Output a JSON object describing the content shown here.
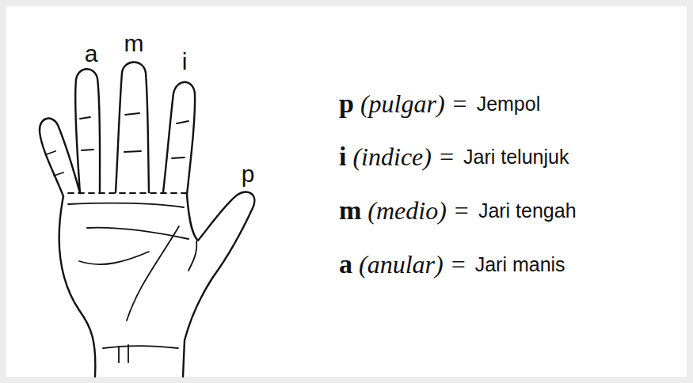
{
  "diagram": {
    "labels": [
      "a",
      "m",
      "i",
      "p",
      "p",
      "(pulgar)",
      "=",
      "Jempol",
      "i",
      "(indice)",
      "=",
      "Jari telunjuk",
      "m",
      "(medio)",
      "=",
      "Jari tengah",
      "a",
      "(anular)",
      "=",
      "Jari manis"
    ]
  }
}
